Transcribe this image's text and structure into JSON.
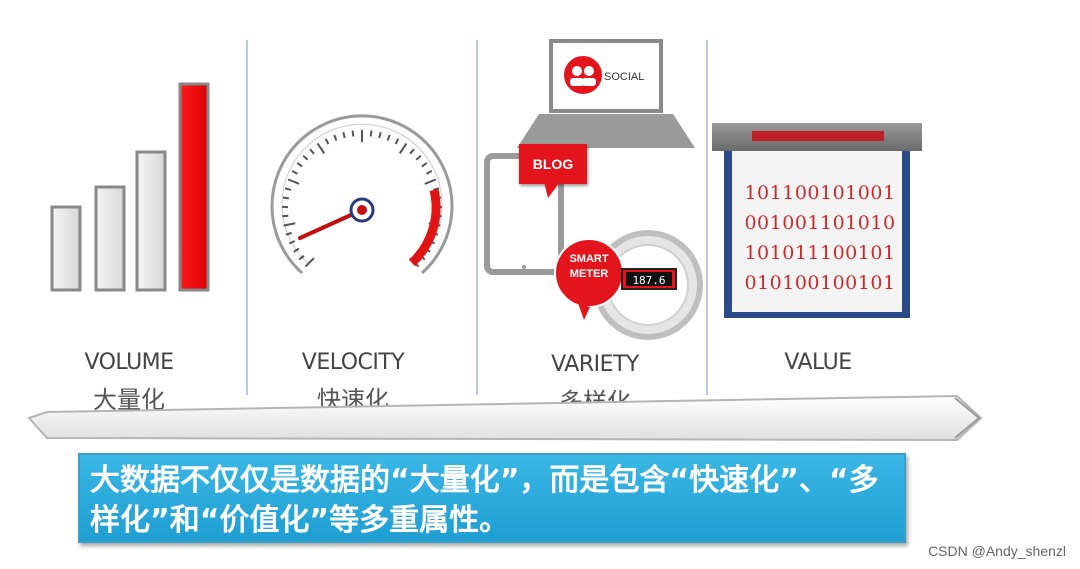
{
  "columns": [
    {
      "en": "VOLUME",
      "zh": "大量化"
    },
    {
      "en": "VELOCITY",
      "zh": "快速化"
    },
    {
      "en": "VARIETY",
      "zh": "多样化"
    },
    {
      "en": "VALUE",
      "zh": ""
    }
  ],
  "variety": {
    "social_label": "SOCIAL",
    "blog_label": "BLOG",
    "smart_meter_line1": "SMART",
    "smart_meter_line2": "METER",
    "meter_reading": "187.6"
  },
  "value": {
    "binary_lines": [
      "101100101001",
      "001001101010",
      "101011100101",
      "010100100101"
    ]
  },
  "caption": {
    "text": "大数据不仅仅是数据的“大量化”，而是包含“快速化”、“多样化”和“价值化”等多重属性。"
  },
  "watermark": "CSDN @Andy_shenzl",
  "colors": {
    "accent_red": "#e3141c",
    "caption_blue": "#2aa8dd",
    "divider": "#b8c8de"
  },
  "icons": [
    "bar-chart-icon",
    "speedometer-icon",
    "laptop-icon",
    "tablet-icon",
    "meter-icon",
    "atm-screen-icon",
    "arrow-band"
  ]
}
